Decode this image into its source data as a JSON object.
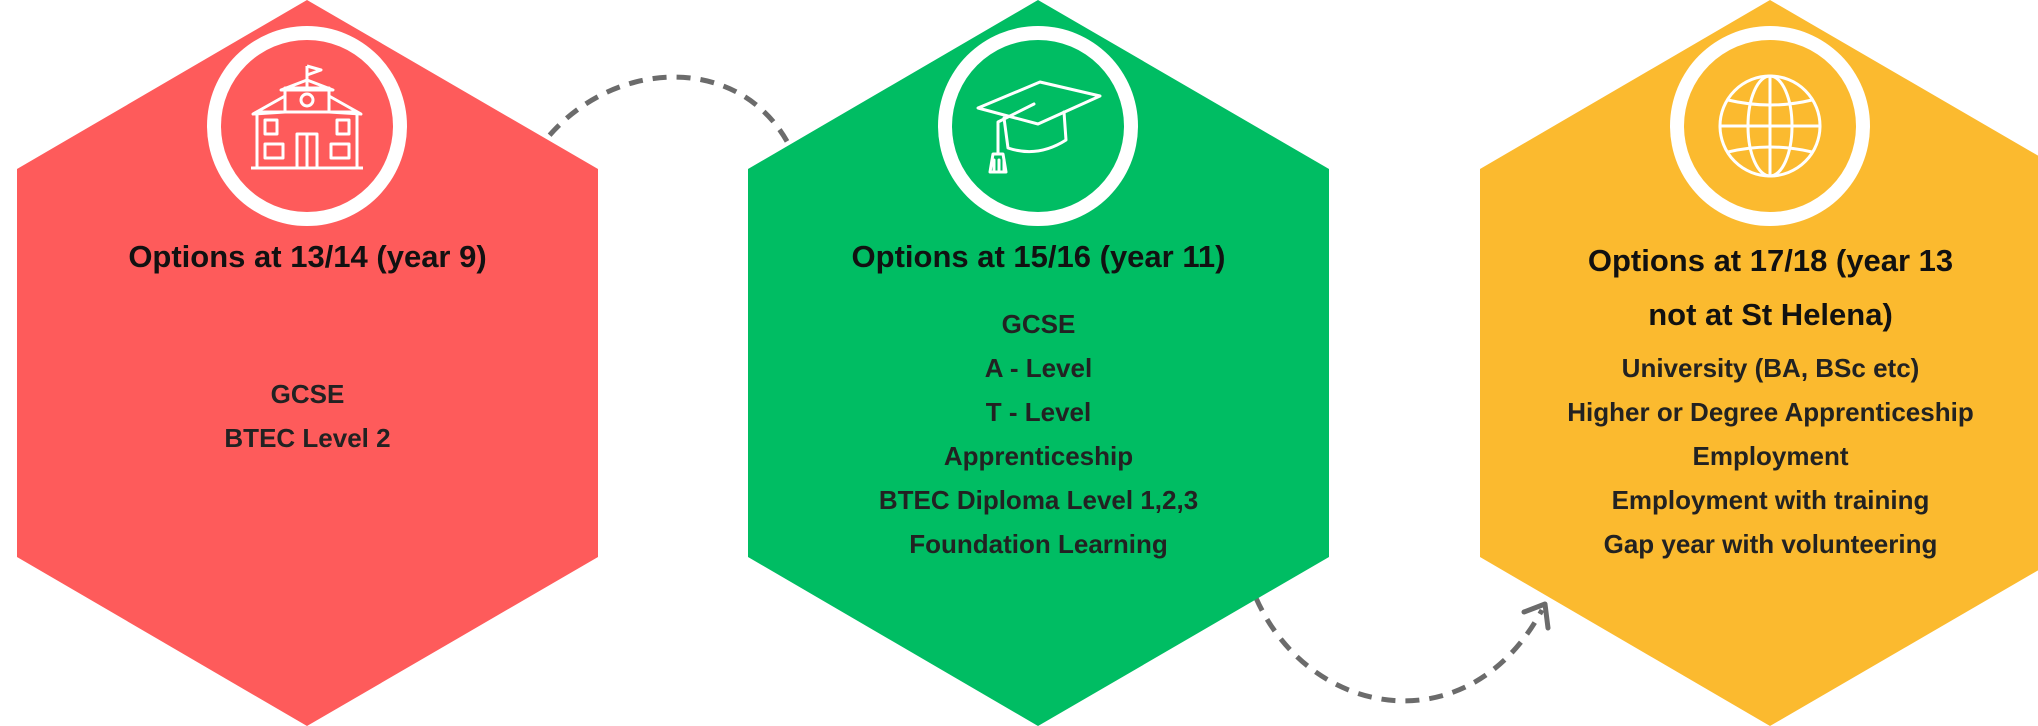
{
  "colors": {
    "red": "#fe5b5b",
    "green": "#00bd63",
    "yellow": "#fbba2f",
    "arrow": "#6b6b6b"
  },
  "cards": [
    {
      "icon": "school-building-icon",
      "title": "Options at 13/14 (year 9)",
      "items": [
        "GCSE",
        "BTEC Level 2"
      ]
    },
    {
      "icon": "graduation-cap-icon",
      "title": "Options at 15/16 (year 11)",
      "items": [
        "GCSE",
        "A - Level",
        "T - Level",
        "Apprenticeship",
        "BTEC Diploma Level 1,2,3",
        "Foundation Learning"
      ]
    },
    {
      "icon": "globe-icon",
      "title_lines": [
        "Options at 17/18 (year 13",
        "not at St Helena)"
      ],
      "items": [
        "University (BA, BSc etc)",
        "Higher or Degree Apprenticeship",
        "Employment",
        "Employment with training",
        "Gap year with volunteering"
      ]
    }
  ]
}
